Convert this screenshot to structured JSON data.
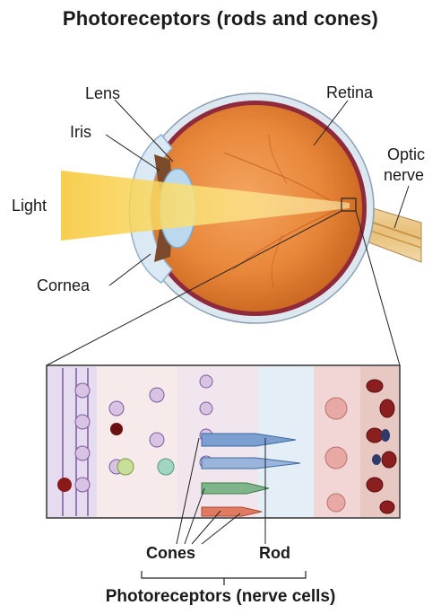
{
  "title": "Photoreceptors (rods and cones)",
  "labels": {
    "lens": "Lens",
    "iris": "Iris",
    "light": "Light",
    "cornea": "Cornea",
    "retina": "Retina",
    "optic_nerve_line1": "Optic",
    "optic_nerve_line2": "nerve",
    "cones": "Cones",
    "rod": "Rod"
  },
  "bottom_title": "Photoreceptors (nerve cells)"
}
